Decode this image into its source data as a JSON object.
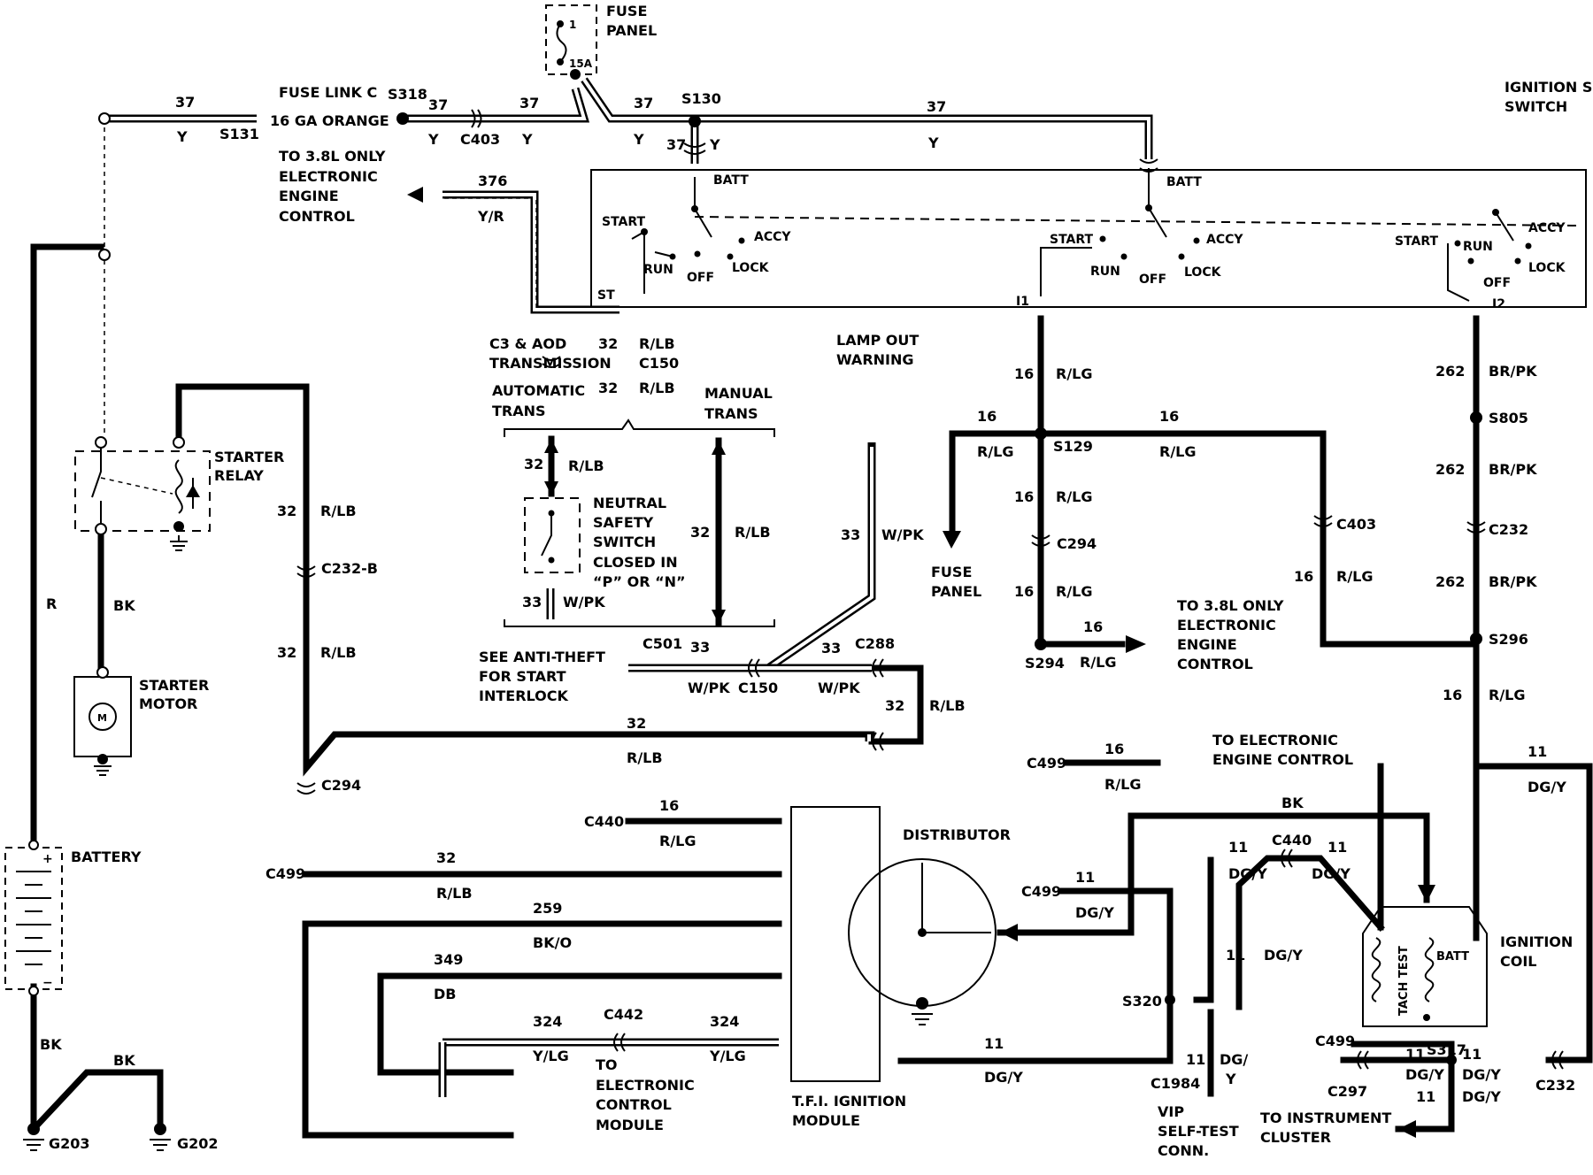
{
  "title": "IGNITION SWITCH",
  "components": {
    "fuse_panel_top": {
      "label1": "FUSE",
      "label2": "PANEL",
      "pin": "1",
      "rating": "15A"
    },
    "fuse_link": {
      "label": "FUSE LINK C",
      "gauge": "16 GA ORANGE"
    },
    "starter_relay": {
      "label1": "STARTER",
      "label2": "RELAY"
    },
    "starter_motor": {
      "label1": "STARTER",
      "label2": "MOTOR",
      "symbol": "M"
    },
    "battery": {
      "label": "BATTERY",
      "pos": "+",
      "neg": "−"
    },
    "neutral_switch": {
      "l1": "NEUTRAL",
      "l2": "SAFETY",
      "l3": "SWITCH",
      "l4": "CLOSED IN",
      "l5": "“P” OR “N”"
    },
    "distributor": {
      "label": "DISTRIBUTOR"
    },
    "tfi": {
      "l1": "T.F.I. IGNITION",
      "l2": "MODULE"
    },
    "coil": {
      "l1": "IGNITION",
      "l2": "COIL",
      "tach": "TACH TEST",
      "batt": "BATT"
    },
    "vip": {
      "l1": "VIP",
      "l2": "SELF-TEST",
      "l3": "CONN."
    }
  },
  "switch_labels": {
    "batt": "BATT",
    "start": "START",
    "run": "RUN",
    "off": "OFF",
    "lock": "LOCK",
    "accy": "ACCY",
    "st": "ST",
    "i1": "I1",
    "i2": "I2"
  },
  "notes": {
    "to38_a": [
      "TO 3.8L ONLY",
      "ELECTRONIC",
      "ENGINE",
      "CONTROL"
    ],
    "to38_b": [
      "TO 3.8L ONLY",
      "ELECTRONIC",
      "ENGINE",
      "CONTROL"
    ],
    "c3aod": [
      "C3 & AOD",
      "TRANSMISSION"
    ],
    "auto_trans": [
      "AUTOMATIC",
      "TRANS"
    ],
    "manual_trans": [
      "MANUAL",
      "TRANS"
    ],
    "lamp_out": [
      "LAMP OUT",
      "WARNING"
    ],
    "anti_theft": [
      "SEE ANTI-THEFT",
      "FOR START",
      "INTERLOCK"
    ],
    "fuse_panel_right": [
      "FUSE",
      "PANEL"
    ],
    "to_eec": [
      "TO ELECTRONIC",
      "ENGINE CONTROL"
    ],
    "to_ecm": [
      "TO",
      "ELECTRONIC",
      "CONTROL",
      "MODULE"
    ],
    "to_cluster": [
      "TO INSTRUMENT",
      "CLUSTER"
    ]
  },
  "connectors": {
    "s318": "S318",
    "s131": "S131",
    "c403a": "C403",
    "s130": "S130",
    "c150a": "C150",
    "c150b": "C150",
    "c232b": "C232-B",
    "c294a": "C294",
    "c501": "C501",
    "c288": "C288",
    "s129": "S129",
    "c294b": "C294",
    "s294": "S294",
    "c403b": "C403",
    "s805": "S805",
    "c232a": "C232",
    "s296": "S296",
    "c499a": "C499",
    "c440a": "C440",
    "c499b": "C499",
    "c442": "C442",
    "c499c": "C499",
    "c440b": "C440",
    "s320": "S320",
    "c1984": "C1984",
    "c499d": "C499",
    "c297": "C297",
    "s317": "S317",
    "c232c": "C232",
    "g203": "G203",
    "g202": "G202"
  },
  "circuits": {
    "c37": "37",
    "c376": "376",
    "c32": "32",
    "c33": "33",
    "c16": "16",
    "c262": "262",
    "c11": "11",
    "c259": "259",
    "c349": "349",
    "c324": "324"
  },
  "colors": {
    "y": "Y",
    "yr": "Y/R",
    "rlb": "R/LB",
    "wpk": "W/PK",
    "rlg": "R/LG",
    "brpk": "BR/PK",
    "r": "R",
    "bk": "BK",
    "dgy": "DG/Y",
    "bko": "BK/O",
    "db": "DB",
    "ylg": "Y/LG",
    "dg": "DG/",
    "yy": "Y"
  }
}
